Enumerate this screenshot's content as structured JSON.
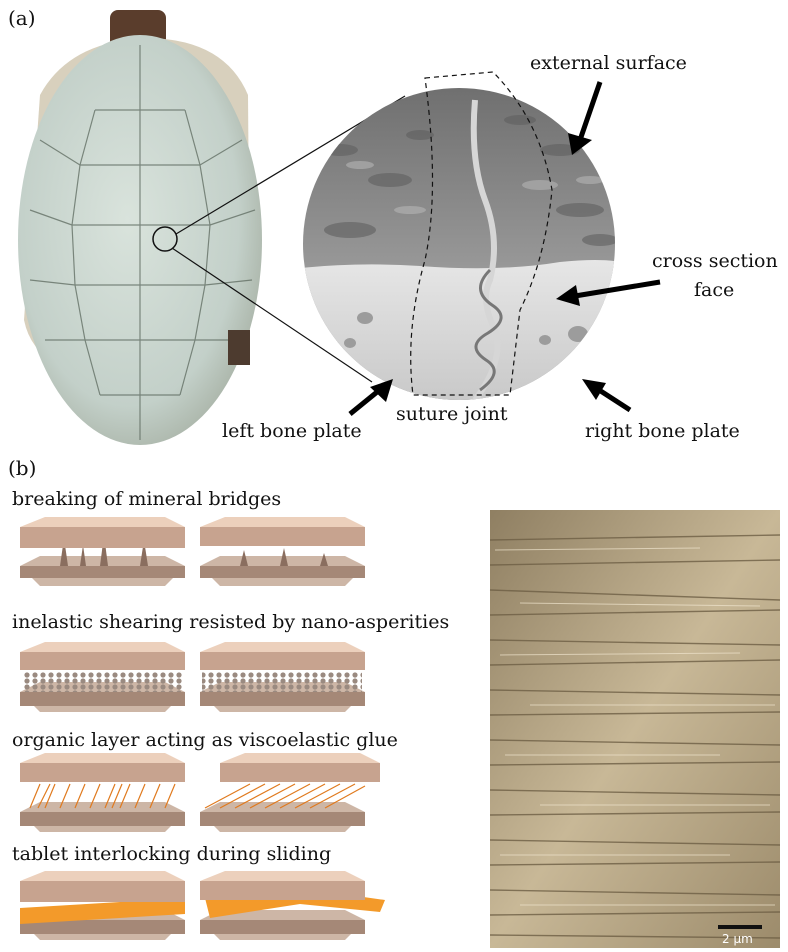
{
  "panel_a": {
    "label": "(a)",
    "callouts": {
      "external_surface": "external surface",
      "cross_section_face": "cross section\nface",
      "cross_section_line1": "cross section",
      "cross_section_line2": "face",
      "suture_joint": "suture joint",
      "left_bone_plate": "left bone plate",
      "right_bone_plate": "right bone plate"
    }
  },
  "panel_b": {
    "label": "(b)",
    "mechanisms": [
      {
        "label": "breaking of mineral bridges"
      },
      {
        "label": "inelastic shearing resisted by nano-asperities"
      },
      {
        "label": "organic layer acting as viscoelastic glue"
      },
      {
        "label": "tablet interlocking during sliding"
      }
    ],
    "sem_scale_bar": "2 µm"
  },
  "colors": {
    "shell": "#c9d6cf",
    "tablet_top": "#e8c6ae",
    "tablet_side": "#b08c78",
    "fiber": "#e07a1e",
    "interlock": "#f39a2a",
    "sem": "#b9a888"
  }
}
